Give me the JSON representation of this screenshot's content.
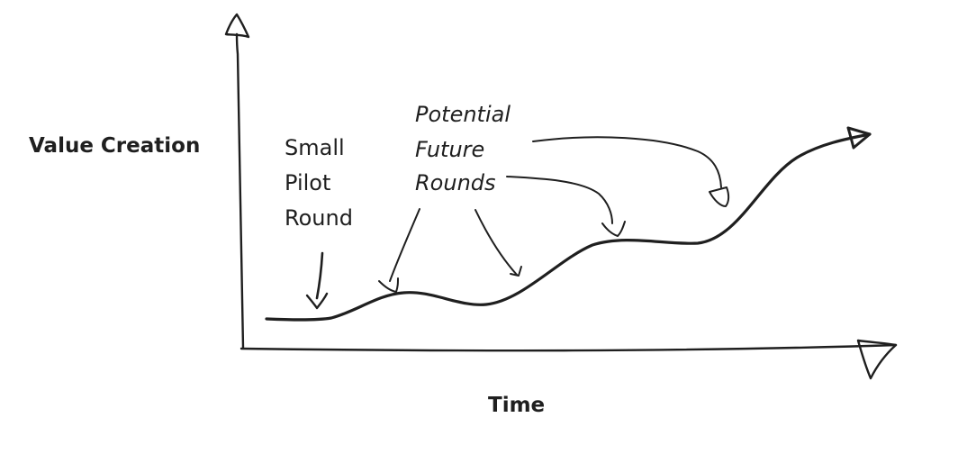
{
  "axes": {
    "y_label": "Value Creation",
    "x_label": "Time"
  },
  "annotations": {
    "small_pilot_round": [
      "Small",
      "Pilot",
      "Round"
    ],
    "potential_future_rounds": [
      "Potential",
      "Future",
      "Rounds"
    ]
  },
  "colors": {
    "ink": "#1f1f1f",
    "background": "#ffffff"
  }
}
